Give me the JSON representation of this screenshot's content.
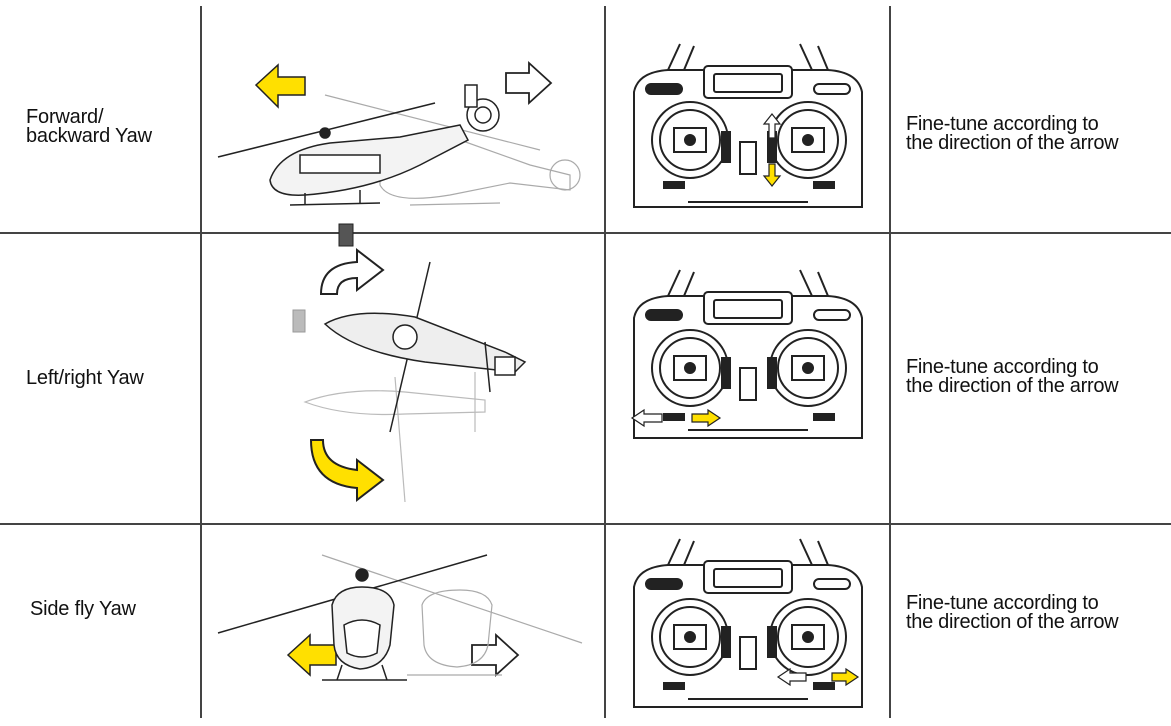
{
  "rows": [
    {
      "label_line1": "Forward/",
      "label_line2": "backward Yaw",
      "note_line1": "Fine-tune according to",
      "note_line2": "the direction of the arrow"
    },
    {
      "label_line1": "Left/right Yaw",
      "label_line2": "",
      "note_line1": "Fine-tune according to",
      "note_line2": "the direction of the arrow"
    },
    {
      "label_line1": "Side fly Yaw",
      "label_line2": "",
      "note_line1": "Fine-tune according to",
      "note_line2": "the direction of the arrow"
    }
  ],
  "colors": {
    "arrow_fill": "#ffe000",
    "line": "#444444",
    "ink": "#222222"
  },
  "icons": [
    "helicopter-illustration",
    "transmitter-illustration",
    "yellow-arrow-icon",
    "outline-arrow-icon"
  ]
}
